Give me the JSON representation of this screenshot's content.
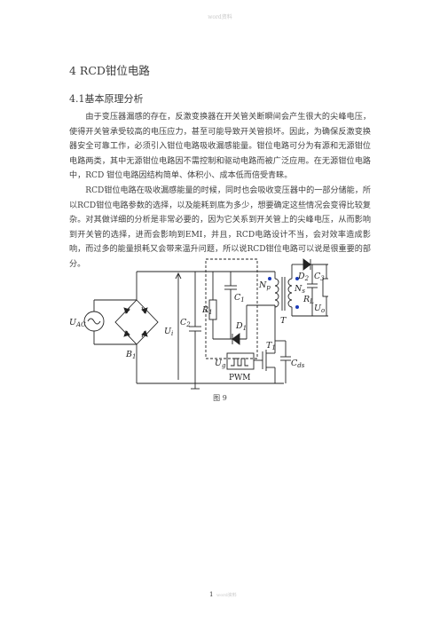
{
  "header_mark": "word资料",
  "title": "4 RCD钳位电路",
  "subtitle": "4.1基本原理分析",
  "paragraphs": [
    "　　由于变压器漏感的存在，反激变换器在开关管关断瞬间会产生很大的尖峰电压，使得开关管承受较高的电压应力，甚至可能导致开关管损坏。因此，为确保反激变换器安全可靠工作，必须引入钳位电路吸收漏感能量。钳位电路可分为有源和无源钳位电路两类，其中无源钳位电路因不需控制和驱动电路而被广泛应用。在无源钳位电路中，RCD 钳位电路因结构简单、体积小、成本低而倍受青睐。",
    "　　RCD钳位电路在吸收漏感能量的时候，同时也会吸收变压器中的一部分储能，所以RCD钳位电路参数的选择，以及能耗到底为多少，想要确定这些情况会变得比较复杂。对其做详细的分析是非常必要的，因为它关系到开关管上的尖峰电压，从而影响到开关管的选择，进而会影响到EMI，并且，RCD电路设计不当，会对效率造成影响，而过多的能量损耗又会带来温升问题，所以说RCD钳位电路可以说是很重要的部分。"
  ],
  "figure": {
    "labels": {
      "uac": "U",
      "uac_sub": "AC",
      "b1": "B",
      "b1_sub": "1",
      "ui": "U",
      "ui_sub": "i",
      "c2": "C",
      "c2_sub": "2",
      "r1": "R",
      "r1_sub": "1",
      "c1": "C",
      "c1_sub": "1",
      "d1": "D",
      "d1_sub": "1",
      "np": "N",
      "np_sub": "p",
      "ns": "N",
      "ns_sub": "s",
      "t": "T",
      "d2": "D",
      "d2_sub": "2",
      "c3": "C",
      "c3_sub": "3",
      "rl": "R",
      "rl_sub": "L",
      "uo": "U",
      "uo_sub": "o",
      "ug": "U",
      "ug_sub": "g",
      "t1": "T",
      "t1_sub": "1",
      "cds": "C",
      "cds_sub": "ds",
      "pwm": "PWM"
    },
    "caption": "图 9"
  },
  "page_number": "1",
  "page_number_faint": "word资料"
}
